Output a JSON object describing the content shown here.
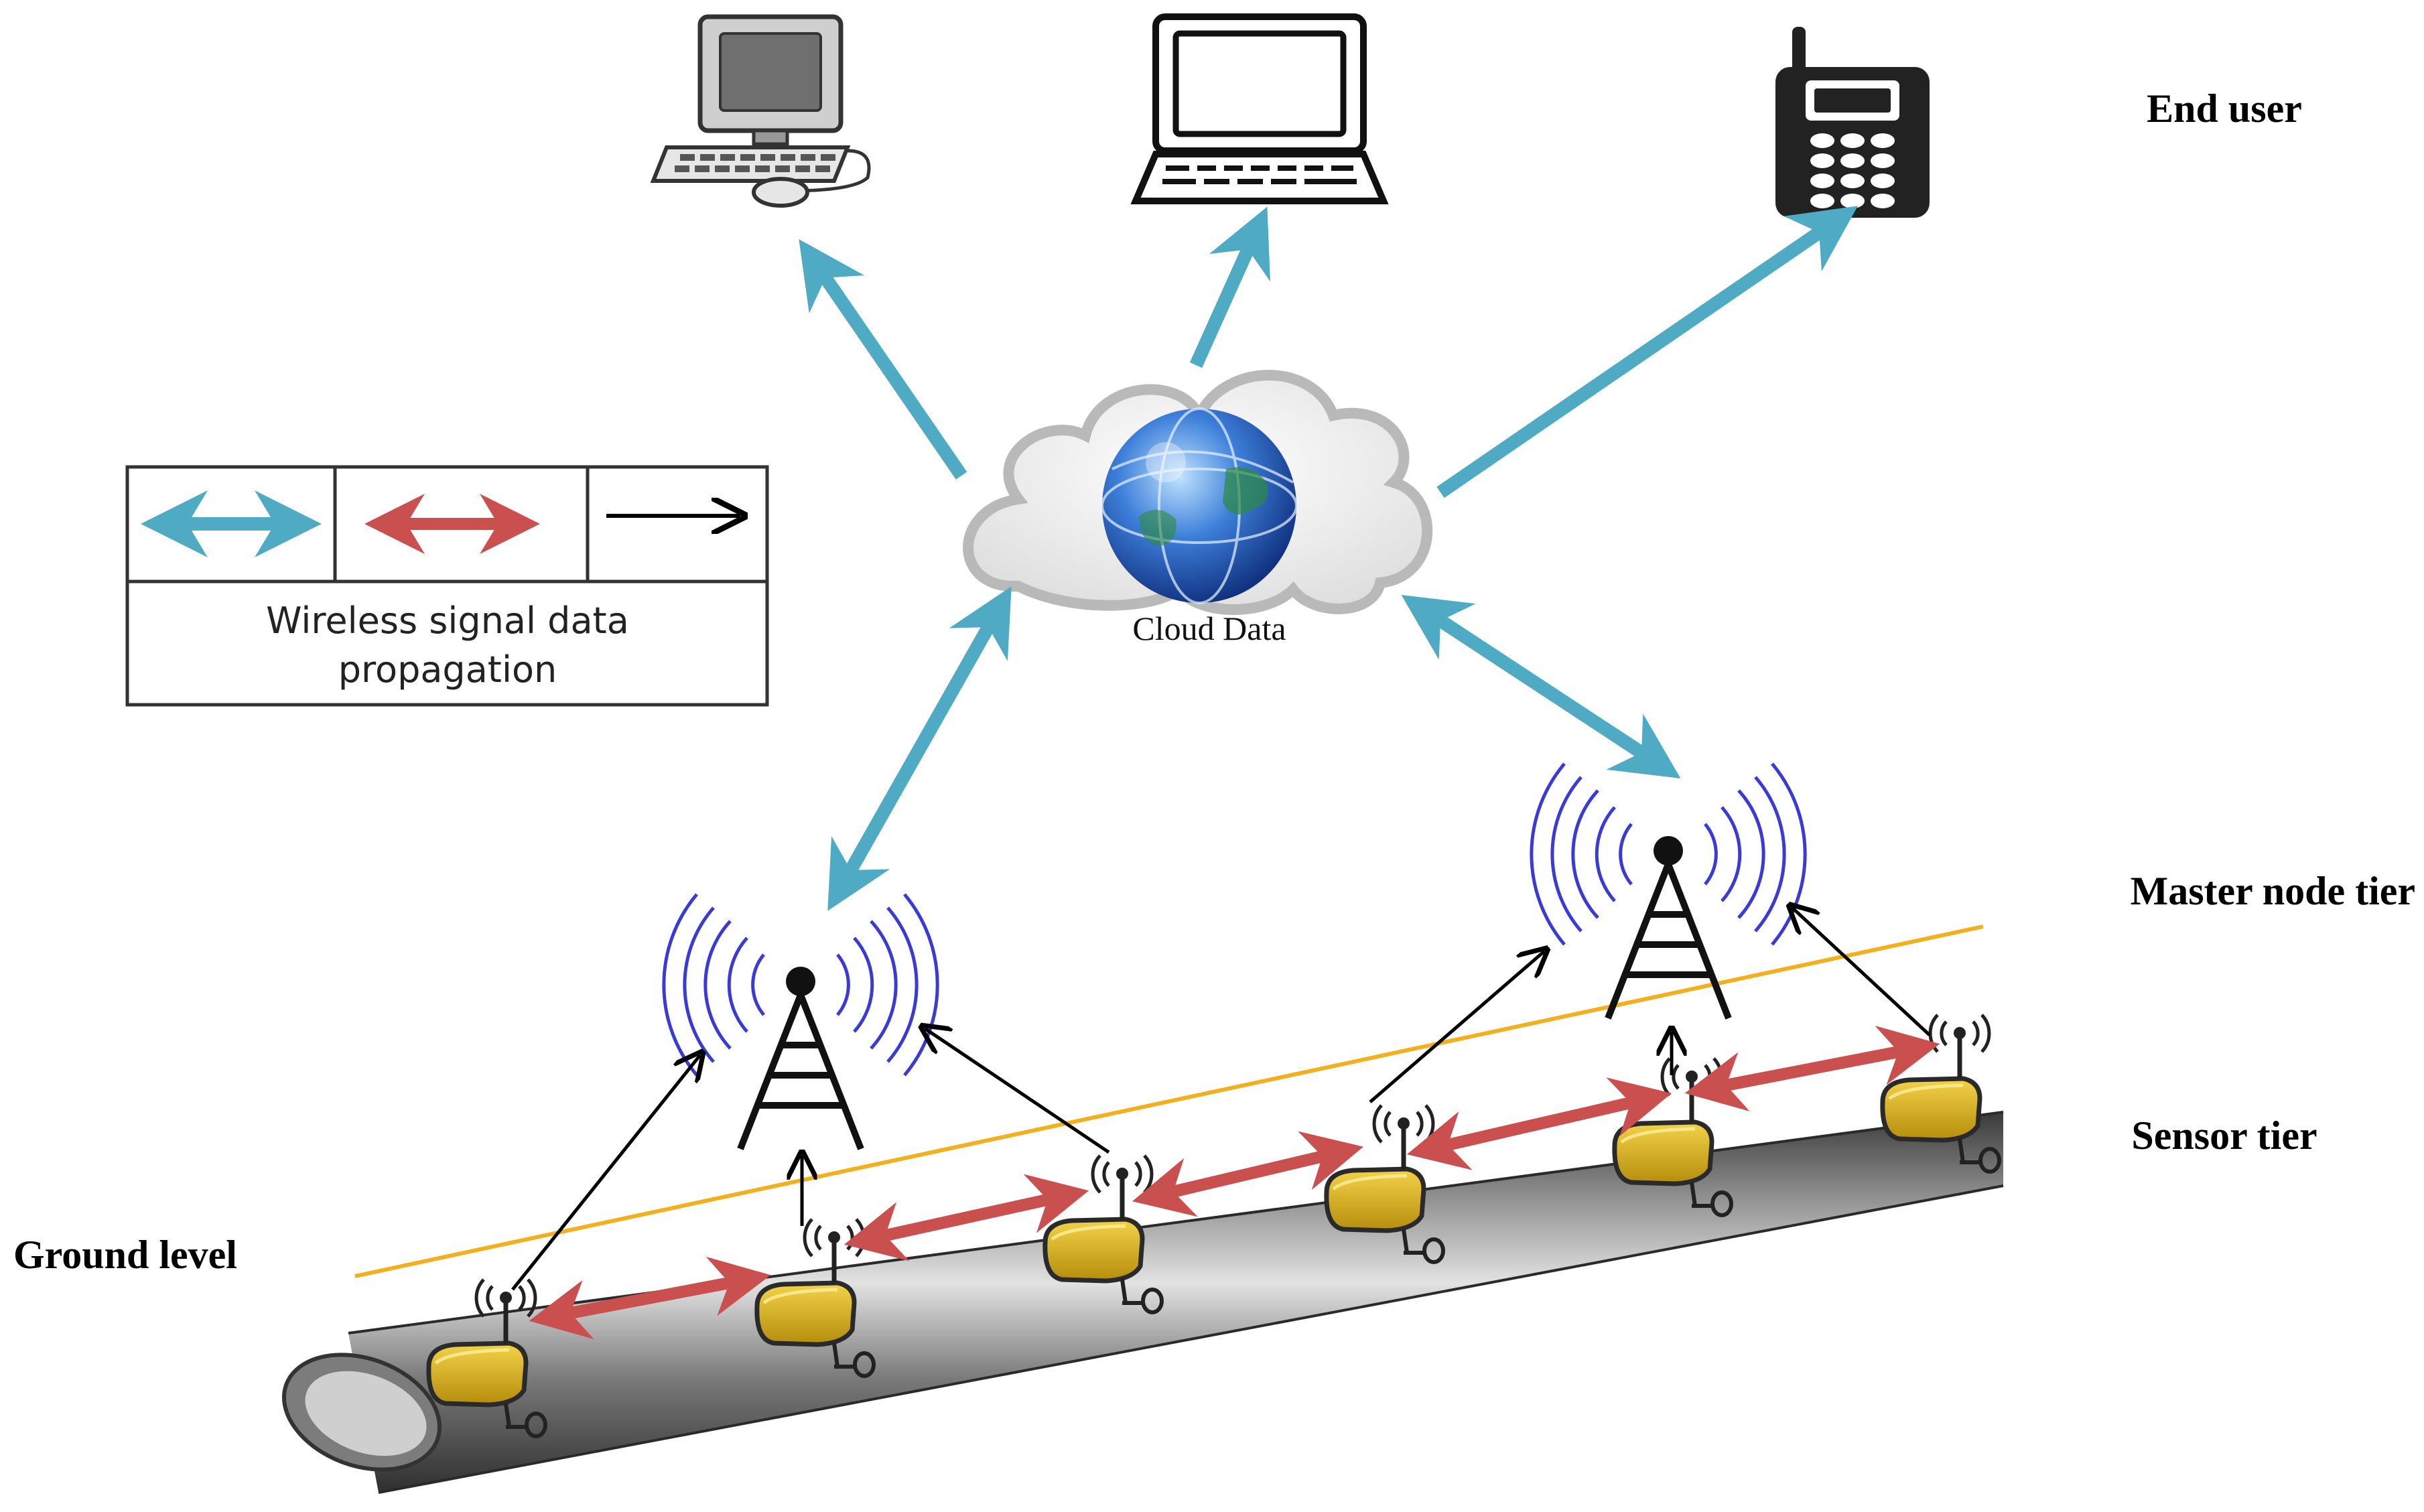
{
  "labels": {
    "end_user": "End user",
    "master_node_tier": "Master node tier",
    "sensor_tier": "Sensor tier",
    "ground_level": "Ground level",
    "cloud": "Cloud Data"
  },
  "legend": {
    "line1": "Wireless signal data",
    "line2": "propagation"
  },
  "colors": {
    "blue_link": "#4fabc4",
    "red_link": "#c9504e",
    "ground_line": "#f2b01e",
    "tower_waves": "#3a3ad6",
    "sensor_body": "#d9b21a",
    "pipe": "#5c5c5c"
  },
  "icons": [
    "desktop-computer-icon",
    "laptop-icon",
    "mobile-phone-icon",
    "cloud-globe-icon",
    "master-node-tower-icon",
    "sensor-node-icon",
    "pipeline"
  ]
}
